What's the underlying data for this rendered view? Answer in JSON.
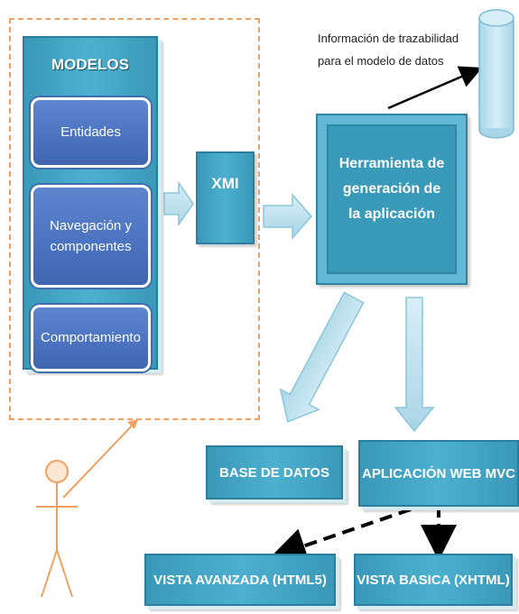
{
  "models": {
    "title": "MODELOS",
    "items": [
      "Entidades",
      "Navegación y componentes",
      "Comportamiento"
    ]
  },
  "xmi_label": "XMI",
  "tool_label": "Herramienta de generación de la aplicación",
  "note": {
    "line1": "Información de trazabilidad",
    "line2": "para el modelo de datos"
  },
  "outputs": {
    "database": "BASE DE DATOS",
    "webapp": "APLICACIÓN WEB MVC",
    "advanced_view": "VISTA AVANZADA (HTML5)",
    "basic_view": "VISTA BASICA (XHTML)"
  },
  "colors": {
    "panel_teal": "#3a98b8",
    "card_blue": "#4a72bf",
    "actor_orange": "#f0a060",
    "cylinder_fill": "#bfe2ef"
  }
}
